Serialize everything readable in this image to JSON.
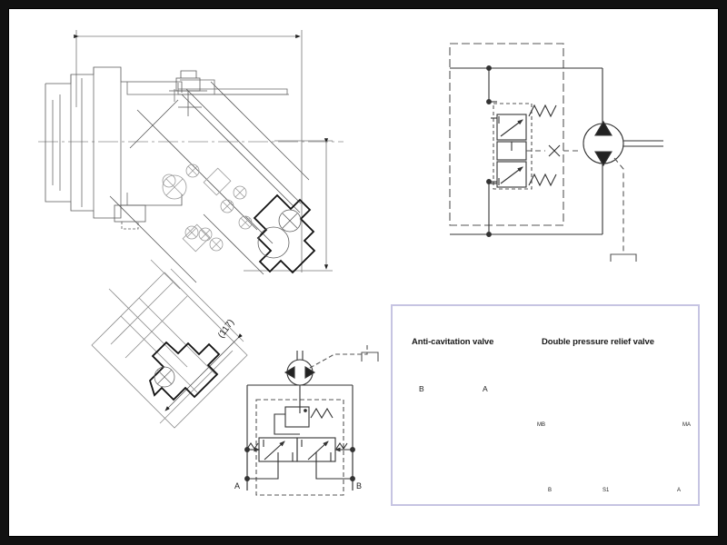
{
  "document": {
    "type": "engineering-drawing",
    "subject": "bent-axis axial piston hydraulic motor",
    "frame_color": "#111111",
    "line_color": "#555555",
    "accent_color": "#c6c4e2",
    "background": "#ffffff"
  },
  "mechanical_views": {
    "side_view": {
      "name": "side-section-view",
      "dimension_top": {
        "label": "",
        "style": "double-arrow"
      },
      "dimension_right": {
        "label": "",
        "style": "double-arrow"
      }
    },
    "bottom_view": {
      "name": "rotated-port-face-view",
      "dimension": {
        "label": "(117)",
        "rotation_deg": -54
      }
    }
  },
  "circuit_main": {
    "name": "main-hydraulic-circuit",
    "components": [
      {
        "id": "relief-valve-upper",
        "type": "pressure-relief-valve-spring"
      },
      {
        "id": "relief-valve-lower",
        "type": "pressure-relief-valve-spring"
      },
      {
        "id": "drive-coupling",
        "type": "mechanical-link-cross"
      },
      {
        "id": "motor",
        "type": "bidirectional-hydraulic-motor"
      },
      {
        "id": "drain-line",
        "type": "dashed-drain"
      }
    ]
  },
  "circuit_lower": {
    "name": "motor-with-relief-circuit",
    "ports": [
      {
        "id": "port-a",
        "label": "A"
      },
      {
        "id": "port-b",
        "label": "B"
      }
    ],
    "components": [
      {
        "id": "motor",
        "type": "bidirectional-hydraulic-motor"
      },
      {
        "id": "shuttle-relief",
        "type": "relief-valve-with-spring"
      },
      {
        "id": "directional-valve",
        "type": "two-position-directional-valve"
      }
    ]
  },
  "inset_panel": {
    "name": "valve-options-panel",
    "border_color": "#c6c4e2",
    "sections": [
      {
        "id": "anti-cavitation-valve",
        "title": "Anti-cavitation valve",
        "ports": [
          {
            "id": "port-b",
            "label": "B",
            "style": "circled"
          },
          {
            "id": "port-a",
            "label": "A",
            "style": "circled"
          }
        ],
        "components": [
          {
            "id": "check-valve-spring",
            "type": "spring-loaded-check-valve"
          },
          {
            "id": "motor",
            "type": "bidirectional-hydraulic-motor"
          }
        ]
      },
      {
        "id": "double-pressure-relief-valve",
        "title": "Double pressure relief valve",
        "ports": [
          {
            "id": "gauge-port-mb",
            "label": "MB"
          },
          {
            "id": "gauge-port-ma",
            "label": "MA"
          },
          {
            "id": "port-b",
            "label": "B"
          },
          {
            "id": "port-s1",
            "label": "S1"
          },
          {
            "id": "port-a",
            "label": "A"
          }
        ],
        "components": [
          {
            "id": "motor",
            "type": "bidirectional-hydraulic-motor"
          },
          {
            "id": "relief-valve-left",
            "type": "pressure-relief-valve"
          },
          {
            "id": "relief-valve-right",
            "type": "pressure-relief-valve"
          },
          {
            "id": "check-valve-left",
            "type": "check-valve-diamond"
          },
          {
            "id": "check-valve-right",
            "type": "check-valve-diamond"
          }
        ]
      }
    ]
  }
}
